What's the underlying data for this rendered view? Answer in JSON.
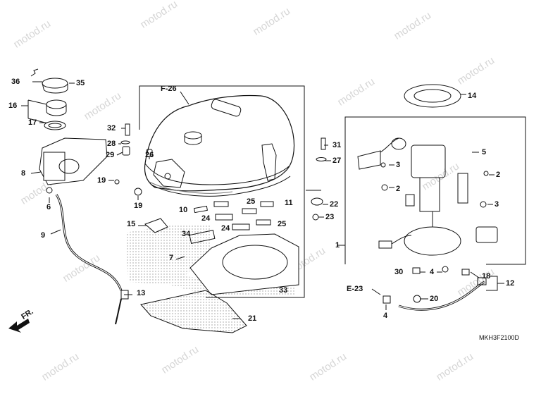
{
  "watermark": "motod.ru",
  "diagram_code": "MKH3F2100D",
  "refs": {
    "f26": "F-26",
    "e23": "E-23",
    "fr": "FR."
  },
  "callouts": {
    "p1": "1",
    "p2a": "2",
    "p2b": "2",
    "p3a": "3",
    "p3b": "3",
    "p4a": "4",
    "p4b": "4",
    "p5": "5",
    "p6": "6",
    "p7": "7",
    "p8": "8",
    "p9": "9",
    "p10": "10",
    "p11": "11",
    "p12": "12",
    "p13": "13",
    "p14": "14",
    "p15": "15",
    "p16": "16",
    "p17": "17",
    "p18": "18",
    "p19": "19",
    "p20": "20",
    "p21": "21",
    "p22": "22",
    "p23": "23",
    "p24a": "24",
    "p24b": "24",
    "p25a": "25",
    "p25b": "25",
    "p26": "26",
    "p27": "27",
    "p28": "28",
    "p29": "29",
    "p30": "30",
    "p31": "31",
    "p32": "32",
    "p33": "33",
    "p34": "34",
    "p35": "35",
    "p36": "36"
  }
}
